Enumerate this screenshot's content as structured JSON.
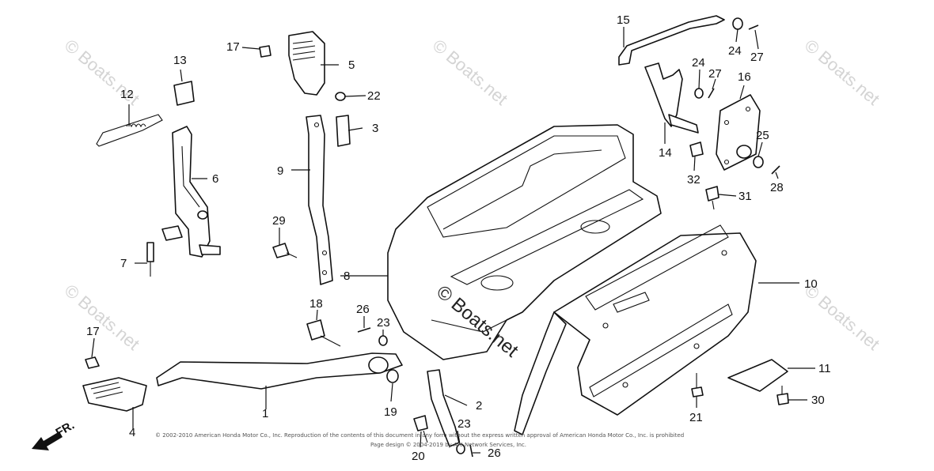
{
  "watermark": "© Boats.net",
  "center_watermark": "© Boats.net",
  "front_indicator": "FR.",
  "copyright_line1": "© 2002-2010 American Honda Motor Co., Inc. Reproduction of the contents of this document in any form without the express written approval of American Honda Motor Co., Inc. is prohibited",
  "copyright_line2": "Page design © 2004-2019 by ARI Network Services, Inc.",
  "parts": {
    "p1": "1",
    "p2": "2",
    "p3": "3",
    "p4": "4",
    "p5": "5",
    "p6": "6",
    "p7": "7",
    "p8": "8",
    "p9": "9",
    "p10": "10",
    "p11": "11",
    "p12": "12",
    "p13": "13",
    "p14": "14",
    "p15": "15",
    "p16": "16",
    "p17a": "17",
    "p17b": "17",
    "p18": "18",
    "p19": "19",
    "p20": "20",
    "p21": "21",
    "p22": "22",
    "p23a": "23",
    "p23b": "23",
    "p24a": "24",
    "p24b": "24",
    "p25": "25",
    "p26a": "26",
    "p26b": "26",
    "p27a": "27",
    "p27b": "27",
    "p28": "28",
    "p29": "29",
    "p30": "30",
    "p31": "31",
    "p32": "32"
  }
}
